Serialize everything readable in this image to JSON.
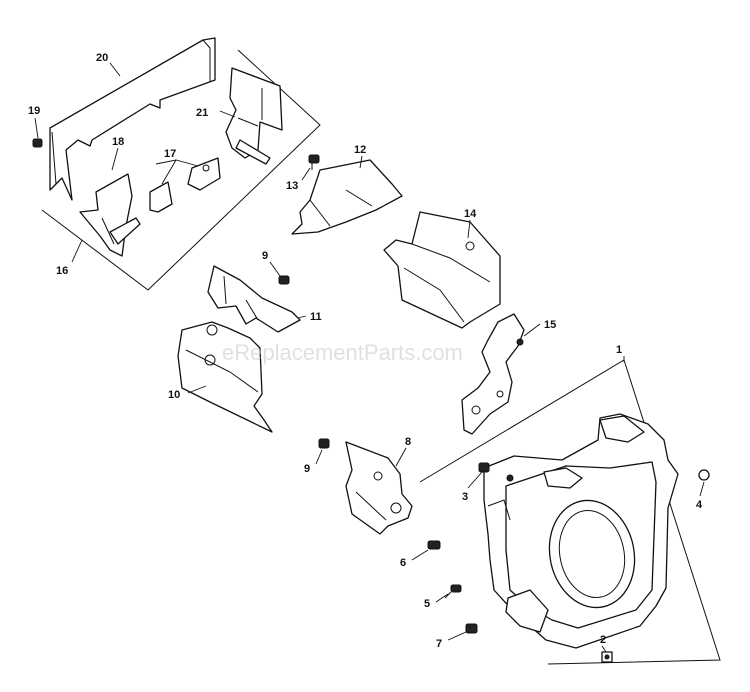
{
  "watermark": "eReplacementParts.com",
  "callouts": [
    "1",
    "2",
    "3",
    "4",
    "5",
    "6",
    "7",
    "8",
    "9",
    "9",
    "10",
    "11",
    "12",
    "13",
    "14",
    "15",
    "16",
    "17",
    "18",
    "19",
    "20",
    "21"
  ]
}
